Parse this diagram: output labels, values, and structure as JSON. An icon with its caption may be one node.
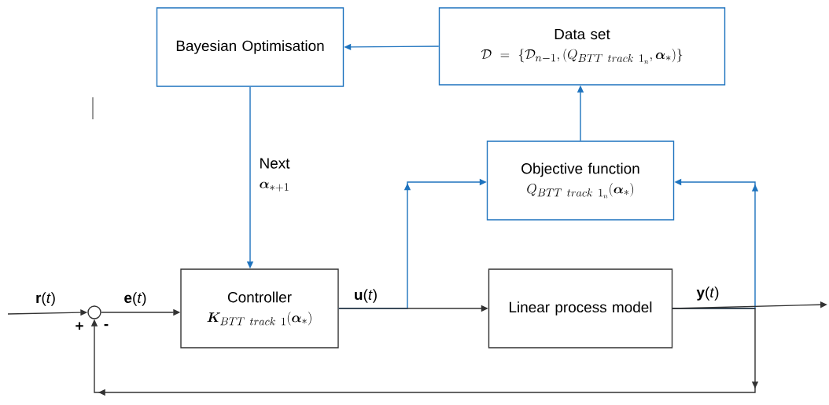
{
  "diagram": {
    "nodes": [
      {
        "text": [
          "Bayesian Optimisation"
        ]
      },
      {
        "text": [
          "Data set",
          "\\mathcal{D} = \\{\\mathcal{D}_{n-1}, (Q_{BTT\\ track\\ 1_n}, \\boldsymbol{\\alpha}_*)\\}"
        ]
      },
      {
        "text": [
          "Objective function",
          "Q_{BTT\\ track\\ 1_n}(\\boldsymbol{\\alpha}_*)"
        ]
      },
      {
        "text": [
          "Controller",
          "\\boldsymbol{K}_{BTT\\ track\\ 1}(\\boldsymbol{\\alpha}_*)"
        ]
      },
      {
        "text": [
          "Linear process model"
        ]
      },
      {
        "text": [],
        "shape": "circle"
      }
    ],
    "edges": [
      {
        "from": null,
        "to": 5,
        "arrow": "to",
        "label": "**r**(*t*)"
      },
      {
        "from": 5,
        "to": 3,
        "arrow": "to",
        "label": "**e**(*t*)"
      },
      {
        "from": 3,
        "to": 4,
        "arrow": "to",
        "label": "**u**(*t*)"
      },
      {
        "from": 3,
        "to": 2,
        "arrow": "to",
        "color": "#1e73be"
      },
      {
        "from": 4,
        "to": null,
        "arrow": "to",
        "label": "**y**(*t*)"
      },
      {
        "from": 4,
        "to": 2,
        "arrow": "to",
        "color": "#1e73be"
      },
      {
        "from": 4,
        "to": 5,
        "arrow": "to"
      },
      {
        "from": 0,
        "to": 3,
        "arrow": "to",
        "color": "#1e73be",
        "label": "\\begin{array}{l}\\text{Next}\\\\ \\boldsymbol{\\alpha}_{*+1}\\end{array}"
      },
      {
        "from": 2,
        "to": 1,
        "arrow": "to",
        "color": "#1e73be"
      },
      {
        "from": 1,
        "to": 0,
        "arrow": "to",
        "color": "#1e73be"
      }
    ],
    "labels": [
      "+",
      "-"
    ]
  }
}
